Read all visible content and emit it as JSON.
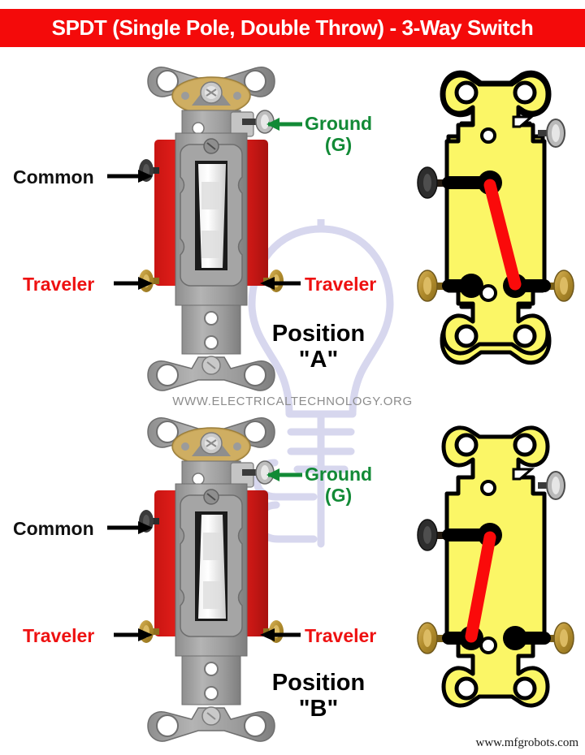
{
  "header": {
    "title": "SPDT (Single Pole, Double Throw) - 3-Way Switch",
    "background_color": "#f40a0a",
    "text_color": "#ffffff"
  },
  "watermark": {
    "text": "WWW.ELECTRICALTECHNOLOGY.ORG",
    "color": "#8c8c8c",
    "bulb_color": "#d7d7ee"
  },
  "footer": {
    "text": "www.mfgrobots.com"
  },
  "colors": {
    "common_label": "#111111",
    "traveler_label": "#ee1111",
    "ground_label": "#128a36",
    "switch_body_red": "#e01b18",
    "schematic_yellow": "#fbf666",
    "blade_red": "#fa0a0a",
    "terminal_black": "#111111",
    "terminal_brass": "#c8a23a",
    "metal_gray": "#9a9a9a"
  },
  "panels": [
    {
      "id": "position-a",
      "position_label_line1": "Position",
      "position_label_line2": "\"A\"",
      "labels": {
        "ground_line1": "Ground",
        "ground_line2": "(G)",
        "common": "Common",
        "traveler_left": "Traveler",
        "traveler_right": "Traveler"
      },
      "schematic": {
        "blade_from": "common",
        "blade_to": "traveler_right",
        "toggle_state": "up"
      }
    },
    {
      "id": "position-b",
      "position_label_line1": "Position",
      "position_label_line2": "\"B\"",
      "labels": {
        "ground_line1": "Ground",
        "ground_line2": "(G)",
        "common": "Common",
        "traveler_left": "Traveler",
        "traveler_right": "Traveler"
      },
      "schematic": {
        "blade_from": "common",
        "blade_to": "traveler_left",
        "toggle_state": "down"
      }
    }
  ]
}
